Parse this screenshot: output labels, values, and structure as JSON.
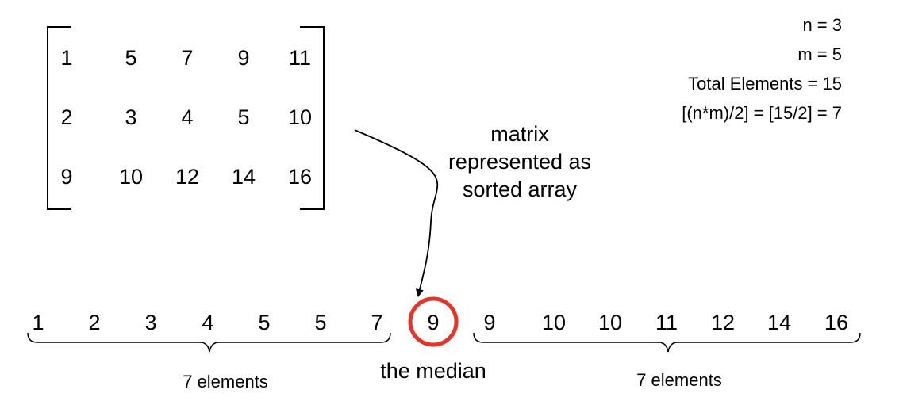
{
  "matrix": {
    "rows": [
      [
        "1",
        "5",
        "7",
        "9",
        "11"
      ],
      [
        "2",
        "3",
        "4",
        "5",
        "10"
      ],
      [
        "9",
        "10",
        "12",
        "14",
        "16"
      ]
    ]
  },
  "info": {
    "lines": [
      "n = 3",
      "m = 5",
      "Total Elements = 15",
      "[(n*m)/2] = [15/2] = 7"
    ]
  },
  "arrow_caption": {
    "lines": [
      "matrix",
      "represented as",
      "sorted array"
    ]
  },
  "sorted_array": {
    "left": [
      "1",
      "2",
      "3",
      "4",
      "5",
      "5",
      "7"
    ],
    "median": "9",
    "right": [
      "9",
      "10",
      "10",
      "11",
      "12",
      "14",
      "16"
    ]
  },
  "labels": {
    "left_group": "7 elements",
    "median": "the median",
    "right_group": "7 elements"
  },
  "colors": {
    "median_circle": "#e8332a",
    "ink": "#000000"
  }
}
